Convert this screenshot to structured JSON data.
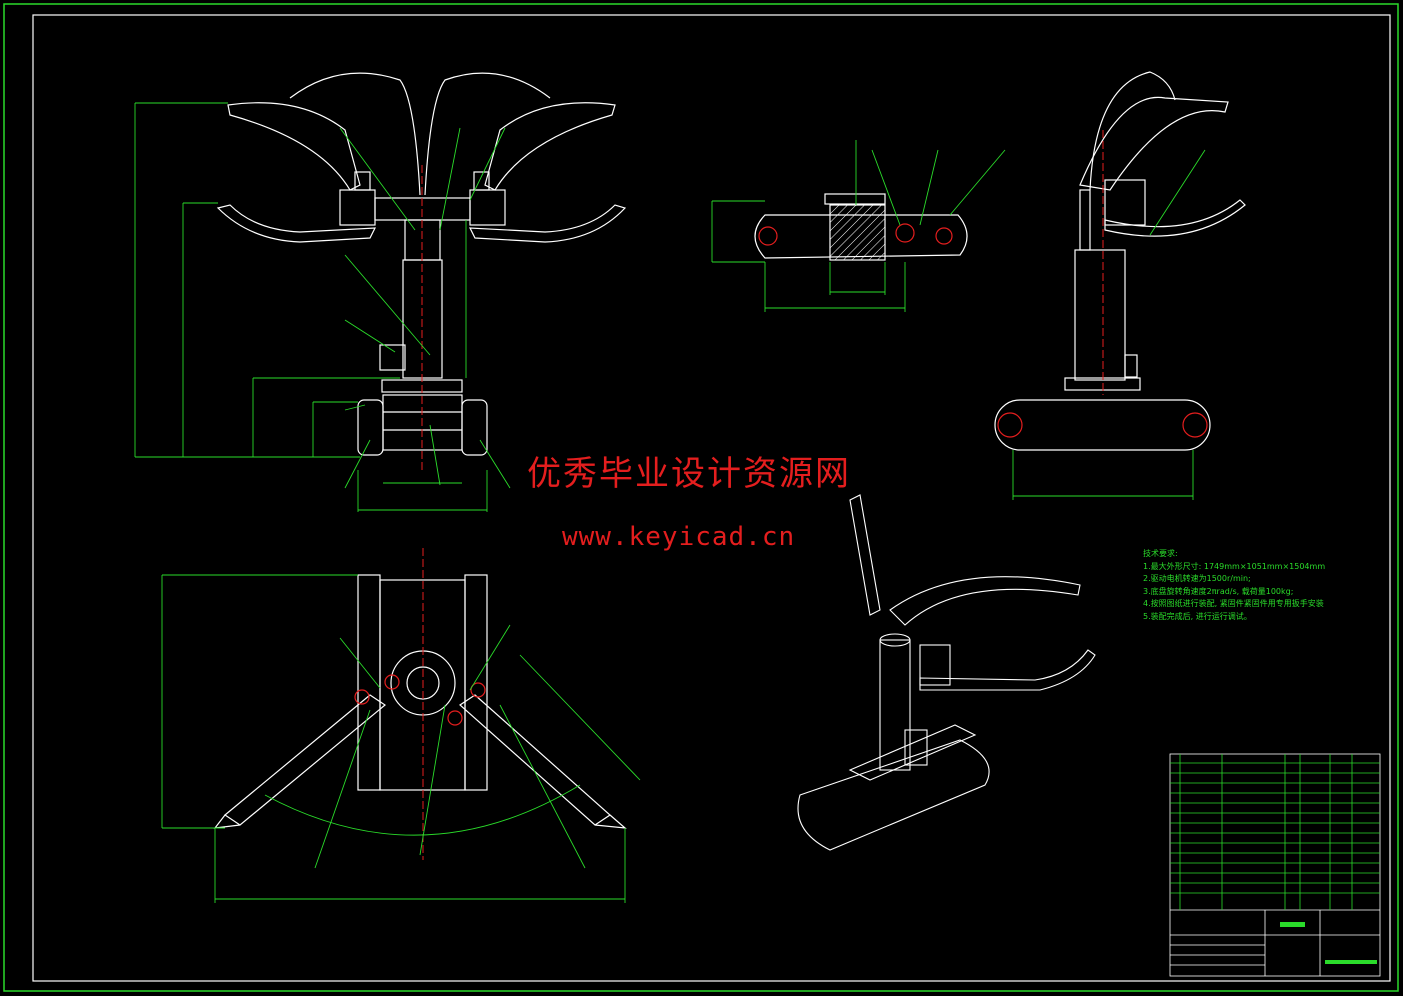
{
  "watermark": {
    "title_cn": "优秀毕业设计资源网",
    "url": "www.keyicad.cn"
  },
  "tech_requirements": {
    "title": "技术要求:",
    "lines": [
      "1.最大外形尺寸: 1749mm×1051mm×1504mm",
      "2.驱动电机转速为1500r/min;",
      "3.底盘旋转角速度2πrad/s, 载荷量100kg;",
      "4.按照图纸进行装配, 紧固件紧固件用专用扳手安装",
      "5.装配完成后, 进行运行调试。"
    ]
  },
  "colors": {
    "background": "#000000",
    "lines": "#ffffff",
    "dimensions": "#2adb2a",
    "centerline": "#e41e1e",
    "frame": "#2adb2a"
  }
}
